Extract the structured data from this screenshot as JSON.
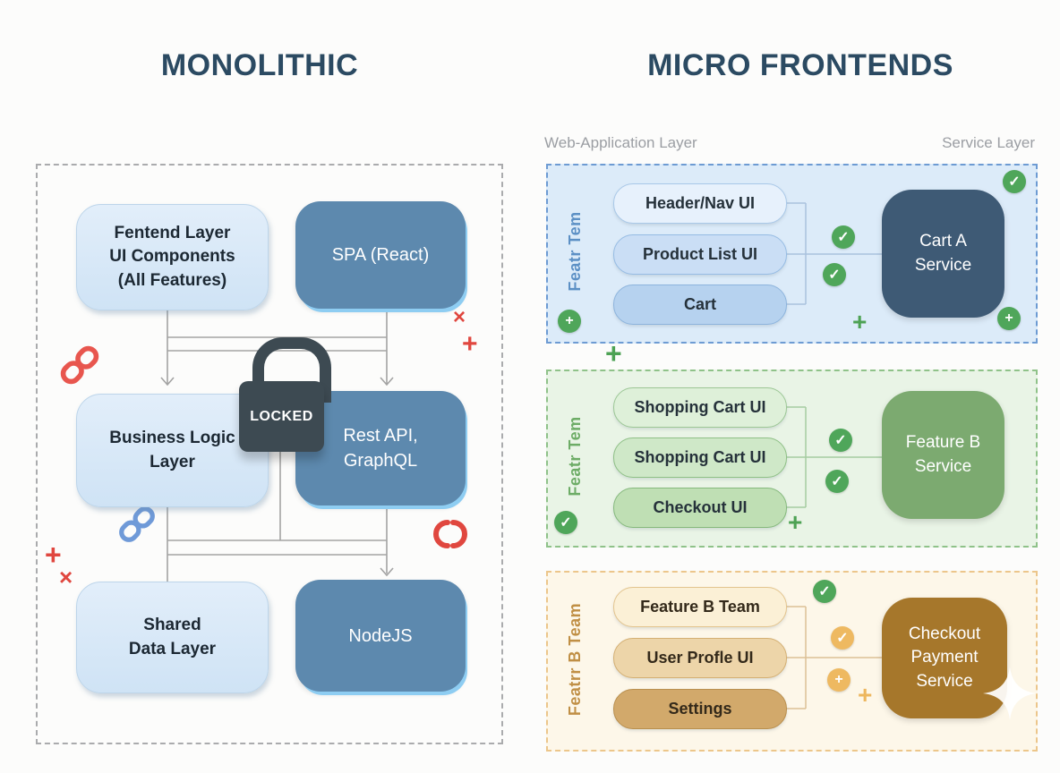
{
  "titles": {
    "left": "MONOLITHIC",
    "right": "MICRO FRONTENDS"
  },
  "layer_labels": {
    "web": "Web-Application Layer",
    "service": "Service Layer"
  },
  "monolithic": {
    "blocks": {
      "frontend": "Fentend Layer\nUI Components\n(All Features)",
      "spa": "SPA (React)",
      "business": "Business Logic\nLayer",
      "rest": "Rest API,\nGraphQL",
      "shared": "Shared\nData Layer",
      "node": "NodeJS"
    },
    "lock_label": "LOCKED"
  },
  "micro": {
    "panels": [
      {
        "team": "Featr Tem",
        "pills": [
          "Header/Nav UI",
          "Product List UI",
          "Cart"
        ],
        "service": "Cart A\nService"
      },
      {
        "team": "Featr Tem",
        "pills": [
          "Shopping Cart UI",
          "Shopping Cart UI",
          "Checkout UI"
        ],
        "service": "Feature B\nService"
      },
      {
        "team": "Featrr B Team",
        "pills": [
          "Feature B Team",
          "User Profle UI",
          "Settings"
        ],
        "service": "Checkout\nPayment\nService"
      }
    ]
  },
  "glyphs": {
    "check": "✓",
    "plus": "+",
    "cross": "×"
  },
  "icons": [
    "padlock-icon",
    "chain-link-icon",
    "broken-link-icon",
    "check-circle-icon",
    "plus-circle-icon",
    "sparkle-icon"
  ],
  "colors": {
    "title": "#2b4a62",
    "layer_label": "#9b9ea3",
    "light_box": "#d9eaf8",
    "steel_box": "#5d89ae",
    "lock": "#3d4a52",
    "line_grey": "#a3a3a3",
    "red": "#e0473f",
    "green": "#4fa65a",
    "orange": "#eeb961",
    "blue_panel": "#dcebf9",
    "green_panel": "#e9f4e6",
    "orange_panel": "#fdf7e9",
    "cart_a_service": "#3e5a75",
    "feature_b_service": "#7caa70",
    "checkout_payment_service": "#a6772b"
  }
}
